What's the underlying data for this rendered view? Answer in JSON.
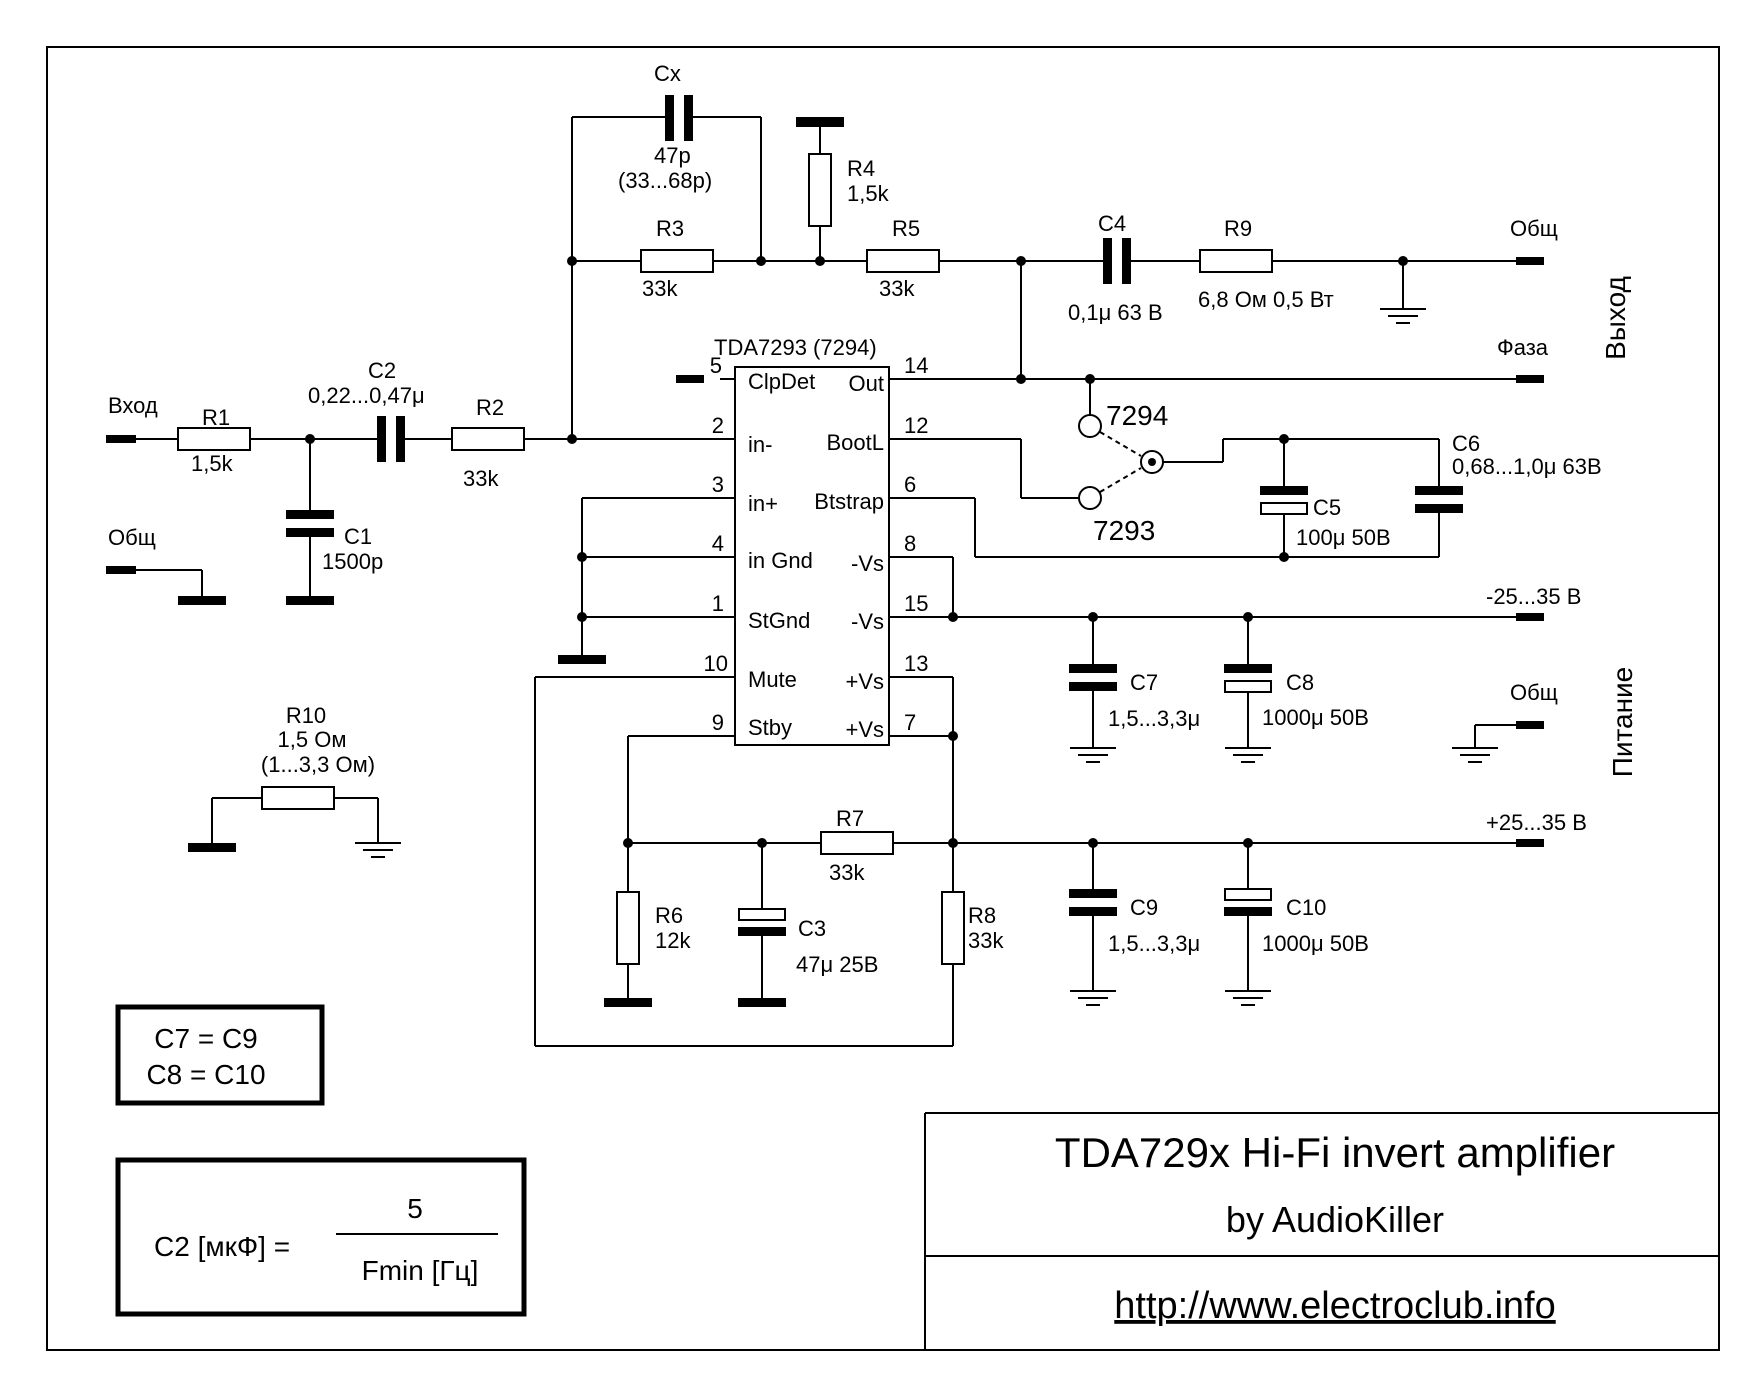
{
  "labels": {
    "input": "Вход",
    "gnd": "Общ",
    "output": "Выход",
    "phase": "Фаза",
    "power": "Питание",
    "neg_supply": "-25...35 В",
    "pos_supply": "+25...35 В"
  },
  "ic": {
    "name": "TDA7293 (7294)",
    "pins_left": [
      {
        "num": "5",
        "name": "ClpDet"
      },
      {
        "num": "2",
        "name": "in-"
      },
      {
        "num": "3",
        "name": "in+"
      },
      {
        "num": "4",
        "name": "in Gnd"
      },
      {
        "num": "1",
        "name": "StGnd"
      },
      {
        "num": "10",
        "name": "Mute"
      },
      {
        "num": "9",
        "name": "Stby"
      }
    ],
    "pins_right": [
      {
        "num": "14",
        "name": "Out"
      },
      {
        "num": "12",
        "name": "BootL"
      },
      {
        "num": "6",
        "name": "Btstrap"
      },
      {
        "num": "8",
        "name": "-Vs"
      },
      {
        "num": "15",
        "name": "-Vs"
      },
      {
        "num": "13",
        "name": "+Vs"
      },
      {
        "num": "7",
        "name": "+Vs"
      }
    ]
  },
  "switch": {
    "a": "7294",
    "b": "7293"
  },
  "components": {
    "R1": {
      "ref": "R1",
      "value": "1,5k"
    },
    "R2": {
      "ref": "R2",
      "value": "33k"
    },
    "R3": {
      "ref": "R3",
      "value": "33k"
    },
    "R4": {
      "ref": "R4",
      "value": "1,5k"
    },
    "R5": {
      "ref": "R5",
      "value": "33k"
    },
    "R6": {
      "ref": "R6",
      "value": "12k"
    },
    "R7": {
      "ref": "R7",
      "value": "33k"
    },
    "R8": {
      "ref": "R8",
      "value": "33k"
    },
    "R9": {
      "ref": "R9",
      "value": "6,8 Ом 0,5 Вт"
    },
    "R10": {
      "ref": "R10",
      "value": "1,5 Ом",
      "range": "(1...3,3 Ом)"
    },
    "C1": {
      "ref": "C1",
      "value": "1500p"
    },
    "C2": {
      "ref": "C2",
      "value": "0,22...0,47μ"
    },
    "C3": {
      "ref": "C3",
      "value": "47μ 25В"
    },
    "C4": {
      "ref": "C4",
      "value": "0,1μ 63 В"
    },
    "C5": {
      "ref": "C5",
      "value": "100μ 50В"
    },
    "C6": {
      "ref": "C6",
      "value": "0,68...1,0μ 63В"
    },
    "C7": {
      "ref": "C7",
      "value": "1,5...3,3μ"
    },
    "C8": {
      "ref": "C8",
      "value": "1000μ 50В"
    },
    "C9": {
      "ref": "C9",
      "value": "1,5...3,3μ"
    },
    "C10": {
      "ref": "C10",
      "value": "1000μ 50В"
    },
    "Cx": {
      "ref": "Cx",
      "value": "47p",
      "range": "(33...68p)"
    }
  },
  "notes": {
    "eq1": "C7 = C9",
    "eq2": "C8 = C10",
    "formula_left": "C2 [мкФ] =",
    "formula_num": "5",
    "formula_den": "Fmin [Гц]"
  },
  "title_block": {
    "title": "TDA729x Hi-Fi invert amplifier",
    "author": "by AudioKiller",
    "url": "http://www.electroclub.info"
  }
}
